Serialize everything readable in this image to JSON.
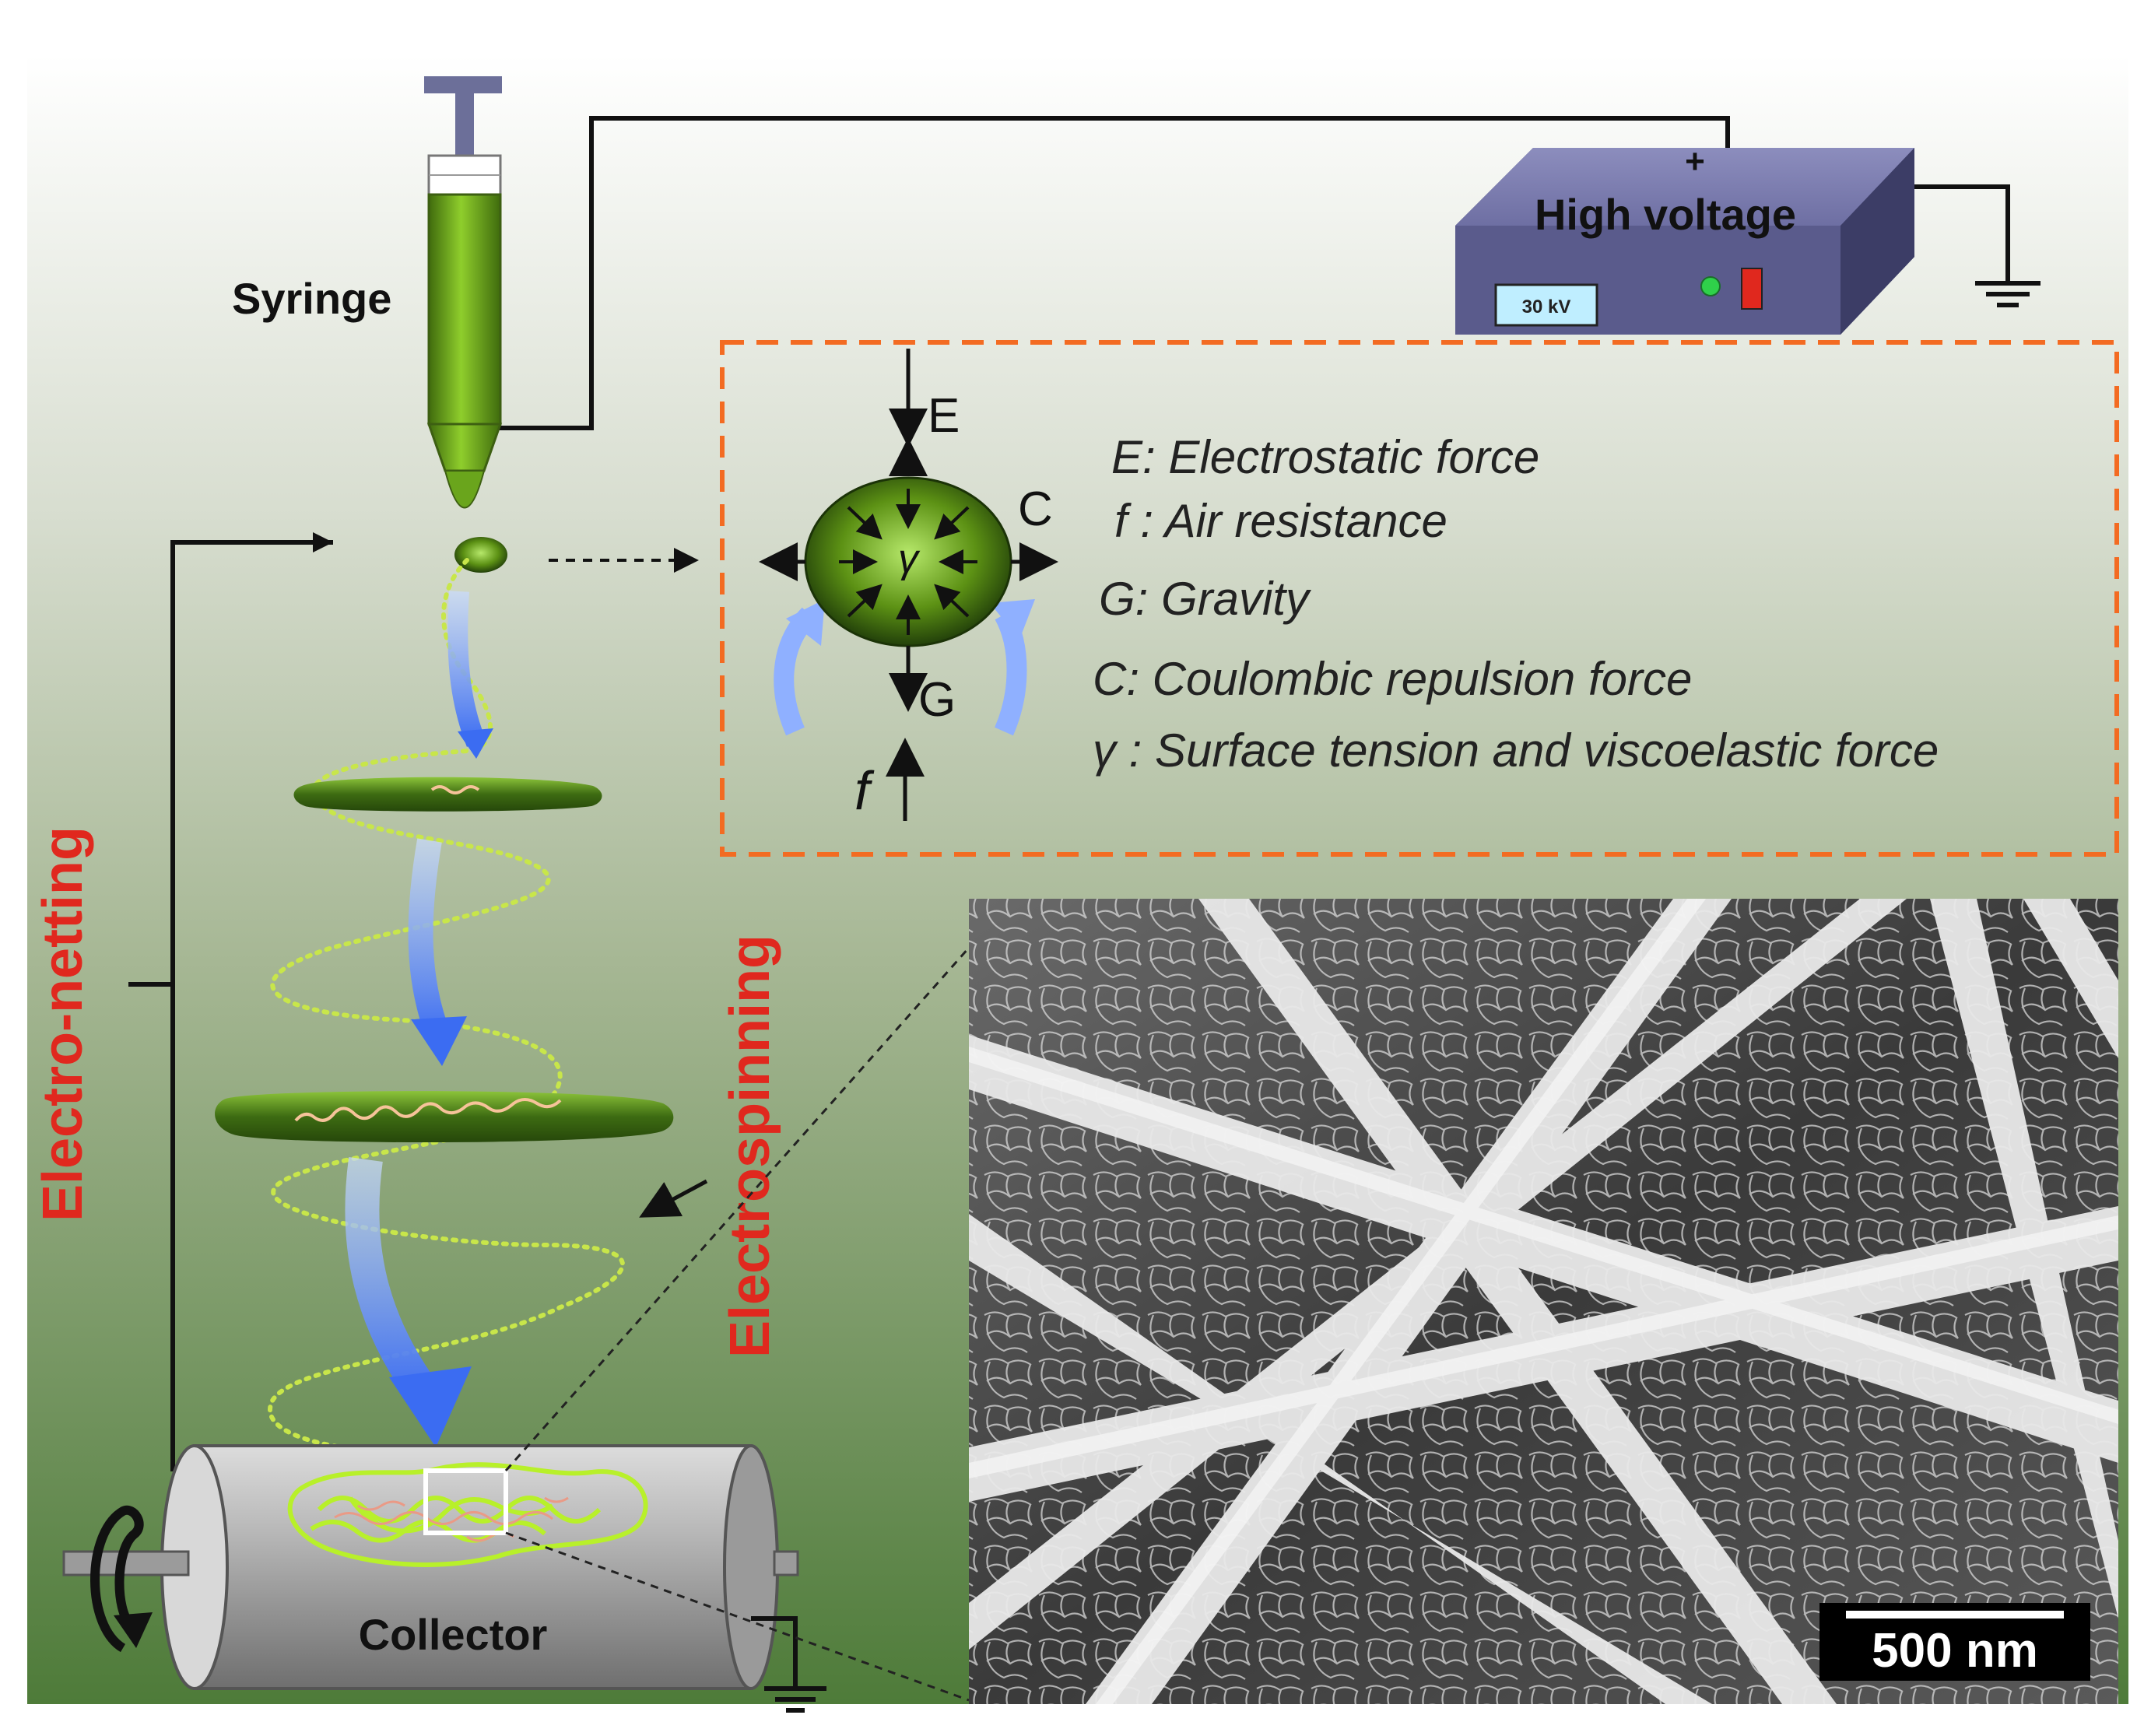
{
  "labels": {
    "syringe": "Syringe",
    "high_voltage": "High voltage",
    "voltage_display": "30 kV",
    "plus_sign": "+",
    "collector": "Collector",
    "electro_netting": "Electro-netting",
    "electrospinning": "Electrospinning",
    "scale_bar": "500 nm"
  },
  "forces": {
    "arrow_labels": {
      "E": "E",
      "C": "C",
      "G": "G",
      "f": "f",
      "gamma": "γ"
    },
    "legend": [
      {
        "text": "E: Electrostatic force"
      },
      {
        "text": "f : Air resistance"
      },
      {
        "text": "G: Gravity"
      },
      {
        "text": "C: Coulombic repulsion force"
      },
      {
        "text": "γ : Surface tension and viscoelastic force"
      }
    ]
  },
  "colors": {
    "background_top": "#ffffff",
    "background_bottom": "#4f7a3c",
    "label_red": "#e0281e",
    "dashed_box": "#f36b22",
    "syringe_green": "#6aa51c",
    "voltage_box": "#5b5c8c",
    "flow_arrow": "#4a78f0"
  }
}
